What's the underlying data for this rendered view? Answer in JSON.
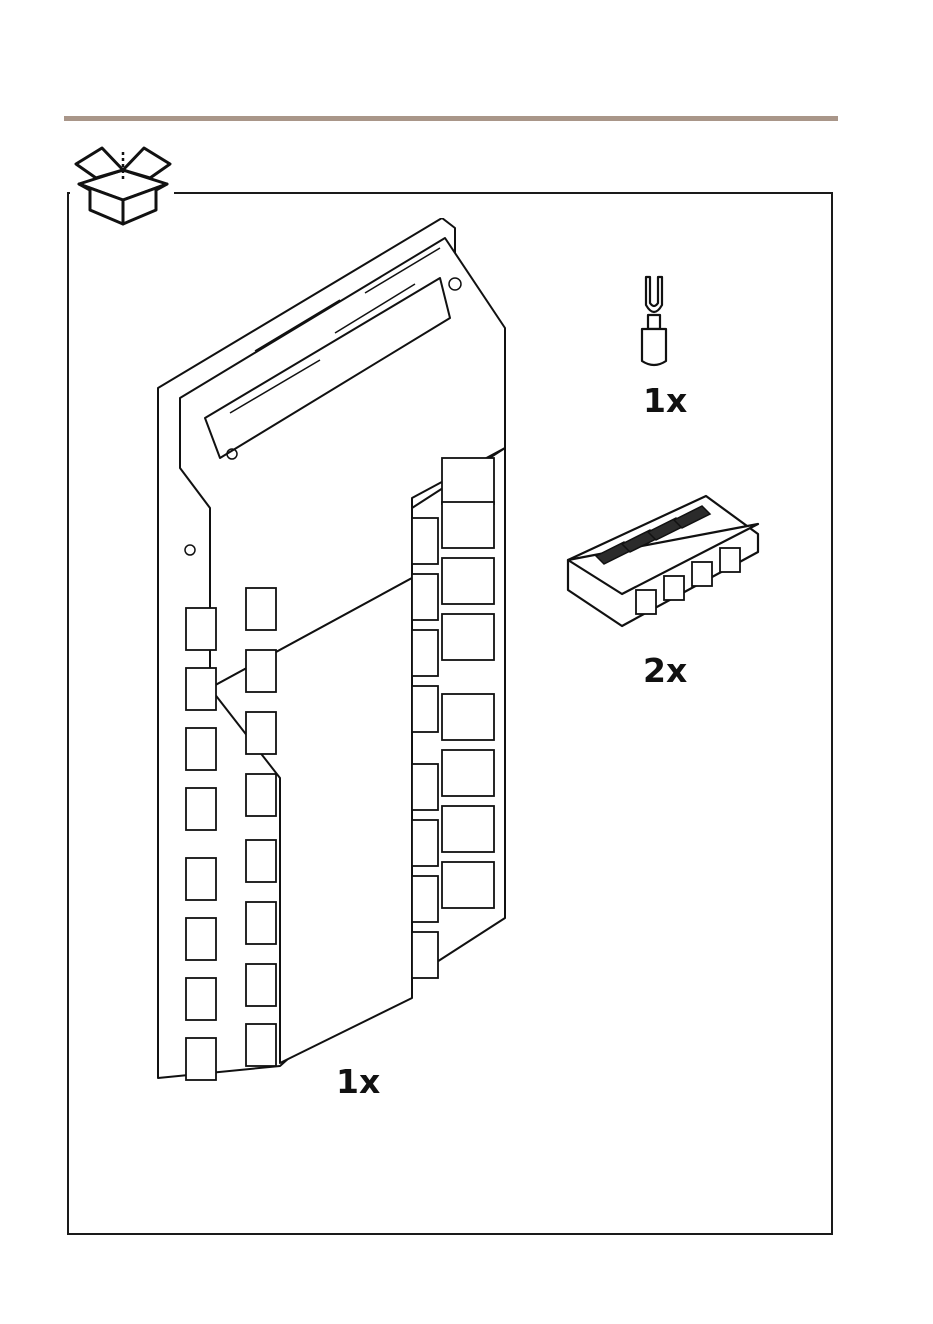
{
  "items": [
    {
      "id": "controller-board",
      "qty": "1x",
      "icon": "controller-board-icon"
    },
    {
      "id": "spade-terminal",
      "qty": "1x",
      "icon": "spade-terminal-icon"
    },
    {
      "id": "wire-connector",
      "qty": "2x",
      "icon": "wire-connector-icon"
    }
  ],
  "colors": {
    "rule": "#a99689",
    "line": "#1a1a1a"
  },
  "header_icon": "package-box-icon"
}
